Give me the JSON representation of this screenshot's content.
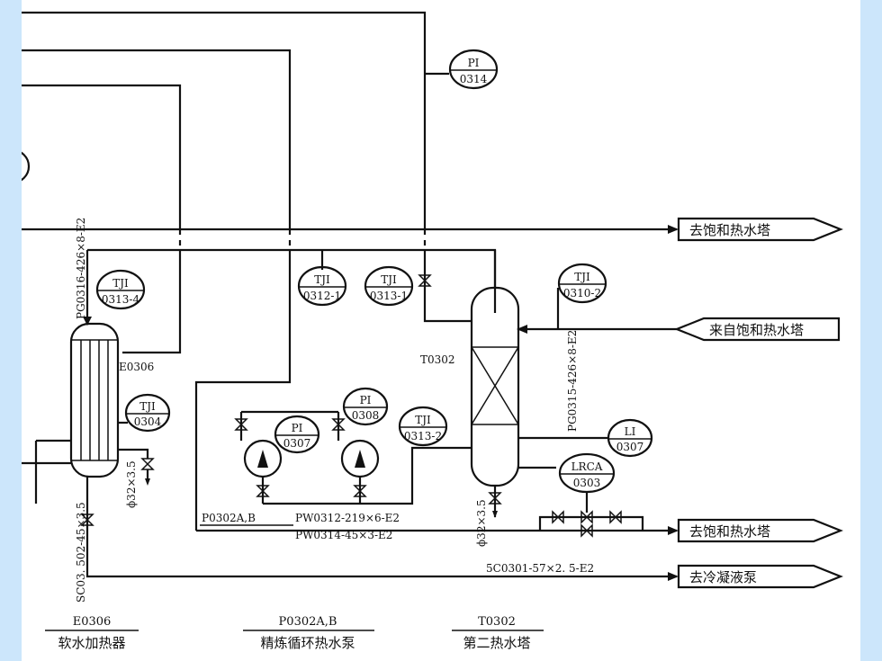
{
  "instruments": {
    "pi0314": {
      "tag": "PI",
      "num": "0314"
    },
    "tji0313_4": {
      "tag": "TJI",
      "num": "0313-4"
    },
    "tji0312_1": {
      "tag": "TJI",
      "num": "0312-1"
    },
    "tji0313_1": {
      "tag": "TJI",
      "num": "0313-1"
    },
    "tji0310_2": {
      "tag": "TJI",
      "num": "0310-2"
    },
    "tji0304": {
      "tag": "TJI",
      "num": "0304"
    },
    "pi0308": {
      "tag": "PI",
      "num": "0308"
    },
    "pi0307": {
      "tag": "PI",
      "num": "0307"
    },
    "tji0313_2": {
      "tag": "TJI",
      "num": "0313-2"
    },
    "li0307": {
      "tag": "LI",
      "num": "0307"
    },
    "lrca0303": {
      "tag": "LRCA",
      "num": "0303"
    }
  },
  "destinations": {
    "top_out": "去饱和热水塔",
    "from_sat": "来自饱和热水塔",
    "mid_out": "去饱和热水塔",
    "condensate": "去冷凝液泵"
  },
  "pipes": {
    "pg0316": "PG0316-426×8-E2",
    "pg0315": "PG0315-426×8-E2",
    "sc03": "SC03. 502-45×3.5",
    "phi_left": "ϕ32×3.5",
    "phi_tower": "ϕ32×3.5",
    "pw0312": "PW0312-219×6-E2",
    "pw0314": "PW0314-45×3-E2",
    "sc0301": "5C0301-57×2. 5-E2"
  },
  "equipment": {
    "e0306": "E0306",
    "t0302": "T0302",
    "p0302": "P0302A,B"
  },
  "legend": [
    {
      "code": "E0306",
      "name": "软水加热器"
    },
    {
      "code": "P0302A,B",
      "name": "精炼循环热水泵"
    },
    {
      "code": "T0302",
      "name": "第二热水塔"
    }
  ]
}
